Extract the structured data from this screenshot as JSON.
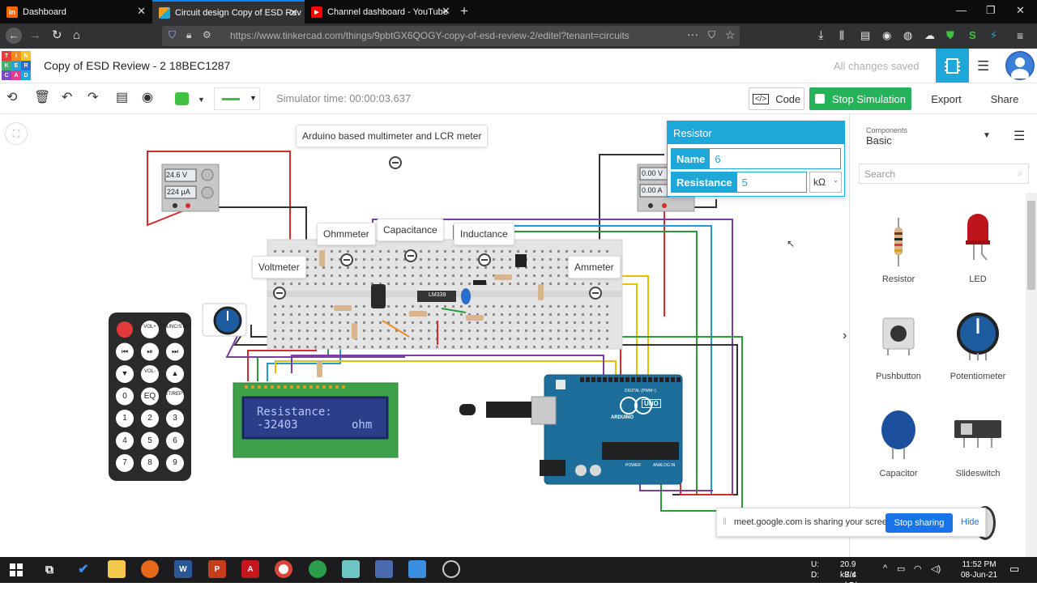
{
  "browser": {
    "tabs": [
      {
        "label": "Dashboard",
        "icon": "tinkercad-icon"
      },
      {
        "label": "Circuit design Copy of ESD Rev",
        "icon": "circuit-icon"
      },
      {
        "label": "Channel dashboard - YouTube",
        "icon": "youtube-icon"
      }
    ],
    "new_tab": "+",
    "url": "https://www.tinkercad.com/things/9pbtGX6QOGY-copy-of-esd-review-2/editel?tenant=circuits"
  },
  "header": {
    "logo": [
      "TIN",
      "KER",
      "CAD"
    ],
    "project_title": "Copy of ESD Review - 2 18BEC1287",
    "save_status": "All changes saved"
  },
  "toolbar": {
    "simulator_time": "Simulator time: 00:00:03.637",
    "code_label": "Code",
    "stop_label": "Stop Simulation",
    "export_label": "Export",
    "share_label": "Share",
    "color_swatch": "#3fc13f",
    "wire_style_color": "#3fc13f"
  },
  "canvas": {
    "notes": {
      "main": "Arduino based multimeter and LCR meter",
      "ohmmeter": "Ohmmeter",
      "capacitance": "Capacitance",
      "inductance": "Inductance",
      "voltmeter": "Voltmeter",
      "ammeter": "Ammeter"
    },
    "meter_left": {
      "voltage": "24.6 V",
      "current": "224 µA"
    },
    "meter_right": {
      "voltage": "0.00 V",
      "current": "0.00 A"
    },
    "chip_label": "LM339",
    "lcd": {
      "line1": "Resistance:",
      "line2_value": "-32403",
      "line2_unit": "ohm"
    },
    "remote_buttons": [
      "VOL+",
      "FUNC/STOP",
      "VOL-",
      "EQ",
      "ST/REPT",
      "0",
      "1",
      "2",
      "3",
      "4",
      "5",
      "6",
      "7",
      "8",
      "9"
    ],
    "arduino": {
      "brand": "ARDUINO",
      "model": "UNO",
      "digital": "DIGITAL (PWM~)",
      "power": "POWER",
      "analog": "ANALOG IN"
    }
  },
  "inspector": {
    "title": "Resistor",
    "name_label": "Name",
    "name_value": "6",
    "resistance_label": "Resistance",
    "resistance_value": "5",
    "unit": "kΩ"
  },
  "sidebar": {
    "components_caption": "Components",
    "components_value": "Basic",
    "search_placeholder": "Search",
    "items": [
      "Resistor",
      "LED",
      "Pushbutton",
      "Potentiometer",
      "Capacitor",
      "Slideswitch"
    ]
  },
  "share_notice": {
    "message": "meet.google.com is sharing your screen.",
    "stop": "Stop sharing",
    "hide": "Hide"
  },
  "taskbar": {
    "net_up_label": "U:",
    "net_up": "20.9 kB/s",
    "net_down_label": "D:",
    "net_down": "7.4 kB/s",
    "time": "11:52 PM",
    "date": "08-Jun-21"
  }
}
